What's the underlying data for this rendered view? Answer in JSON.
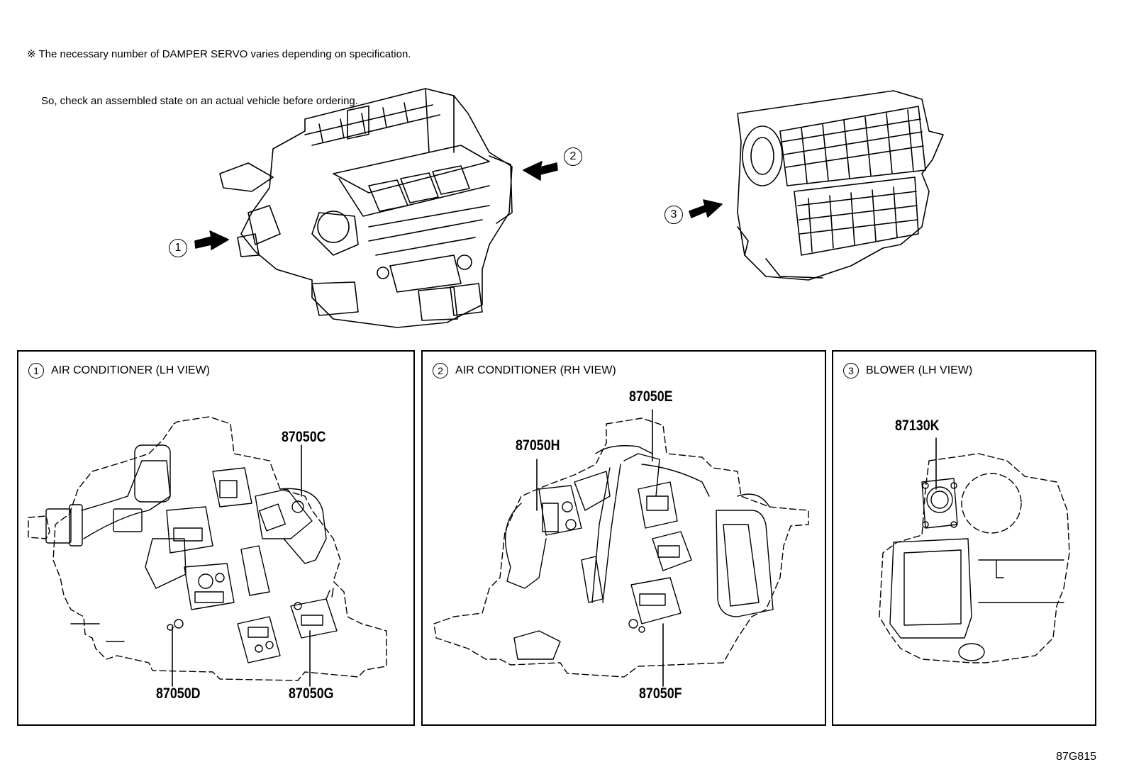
{
  "note": {
    "line1": "※ The necessary number of DAMPER SERVO varies depending on specification.",
    "line2": "So, check an assembled state on an actual vehicle before ordering."
  },
  "overview": {
    "callouts": [
      {
        "num": "1",
        "icon": "arrow-right-icon"
      },
      {
        "num": "2",
        "icon": "arrow-left-icon"
      },
      {
        "num": "3",
        "icon": "arrow-right-icon"
      }
    ]
  },
  "panels": [
    {
      "num": "1",
      "title": "AIR CONDITIONER (LH VIEW)",
      "parts": [
        "87050C",
        "87050D",
        "87050G"
      ]
    },
    {
      "num": "2",
      "title": "AIR CONDITIONER (RH VIEW)",
      "parts": [
        "87050E",
        "87050H",
        "87050F"
      ]
    },
    {
      "num": "3",
      "title": "BLOWER (LH VIEW)",
      "parts": [
        "87130K"
      ]
    }
  ],
  "reference": "87G815"
}
